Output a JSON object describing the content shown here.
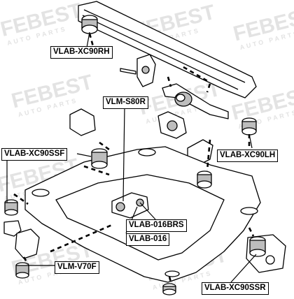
{
  "labels": {
    "xc90rh": "VLAB-XC90RH",
    "s80r": "VLM-S80R",
    "xc90ssf": "VLAB-XC90SSF",
    "xc90lh": "VLAB-XC90LH",
    "b016brs": "VLAB-016BRS",
    "b016": "VLAB-016",
    "v70f": "VLM-V70F",
    "xc90ssr": "VLAB-XC90SSR"
  },
  "watermark": {
    "brand": "FEBEST",
    "sub": "AUTO PARTS"
  },
  "colors": {
    "line": "#000000",
    "part_fill": "#ffffff",
    "part_shade": "#bdbdbd",
    "watermark": "#e3e3e3"
  }
}
